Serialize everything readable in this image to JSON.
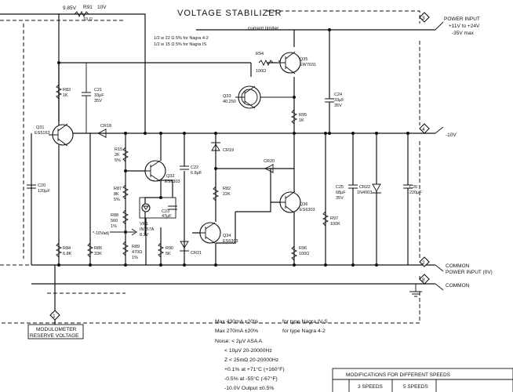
{
  "title": "VOLTAGE STABILIZER",
  "top_labels": {
    "v985": "9.85V",
    "r91": "R91",
    "r91_val": "10 Ω",
    "v10": "10V"
  },
  "current_limiter": "current limiter",
  "limiter_notes": [
    "1/2 w 22 Ω 5% for Nagra 4-2",
    "1/2 w 15 Ω 5% for Nagra IS"
  ],
  "ports": {
    "power_input": [
      "POWER INPUT",
      "+11V to +24V",
      "-35V max"
    ],
    "p10v": "-10V",
    "common_power": [
      "COMMON",
      "POWER INPUT (0V)"
    ],
    "common": "COMMON",
    "modulometer": [
      "MODULOMETER",
      "RESERVE VOLTAGE"
    ],
    "nums": [
      "3",
      "4",
      "2",
      "8",
      "1"
    ]
  },
  "components": {
    "Q35": [
      "Q35",
      "EW7031"
    ],
    "R94": [
      "R94",
      "100Ω"
    ],
    "Q33": [
      "Q33",
      "40.250"
    ],
    "R83": [
      "R83",
      "1K"
    ],
    "C21": [
      "C21",
      "33μF",
      "35V"
    ],
    "C24": [
      "C24",
      "33μF",
      "35V"
    ],
    "R95": [
      "R95",
      "1K"
    ],
    "Q31": [
      "Q31",
      "ES5163"
    ],
    "CR18": "CR18",
    "R15": [
      "R15",
      "2K",
      "5%"
    ],
    "Q32": [
      "Q32",
      "ES6303"
    ],
    "C22": [
      "C22",
      "6.8μF"
    ],
    "CR19": "CR19",
    "CR20": "CR20",
    "C20": [
      "C20",
      "120μF"
    ],
    "R87": [
      "R87",
      "8K",
      "5%"
    ],
    "R88": [
      "R88",
      "560",
      "1%"
    ],
    "VR1": [
      "VR1",
      "IN757A",
      "8.2V"
    ],
    "C23": [
      "C23",
      "47μF"
    ],
    "R82": [
      "R82",
      "22K"
    ],
    "Q36": [
      "Q36",
      "ES6303"
    ],
    "C25": [
      "C25",
      "68μF",
      "35V"
    ],
    "CR22": [
      "CR22",
      "1N4003"
    ],
    "C26": [
      "C26",
      "220μF"
    ],
    "R97": [
      "R97",
      "100K"
    ],
    "Q34": [
      "Q34",
      "ES6303"
    ],
    "R84": [
      "R84",
      "6.8K"
    ],
    "R85": [
      "R85",
      "33K"
    ],
    "R89": [
      "R89",
      "470Ω",
      "1%"
    ],
    "R90": [
      "R90",
      "5K"
    ],
    "CR21": "CR21",
    "R96": [
      "R96",
      "100Ω"
    ],
    "adj": "*-10Vadj"
  },
  "specs": [
    [
      "Max 430mA ±20%",
      "for type Nagra IV-S"
    ],
    [
      "Max 270mA ±20%",
      "for type Nagra 4-2"
    ],
    [
      "Noise: < 2μV  ASA A",
      ""
    ],
    [
      "< 10μV  20-20000Hz",
      ""
    ],
    [
      "Z < 25mΩ  20-20000Hz",
      ""
    ],
    [
      "+0.1% at +71°C (+160°F)",
      ""
    ],
    [
      "-0.5% at -55°C (-67°F)",
      ""
    ],
    [
      "-10.0V Output  ±0.5%",
      ""
    ]
  ],
  "mods_table": {
    "title": "MODIFICATIONS FOR DIFFERENT SPEEDS",
    "cols": [
      "3 SPEEDS",
      "5 SPEEDS"
    ]
  }
}
